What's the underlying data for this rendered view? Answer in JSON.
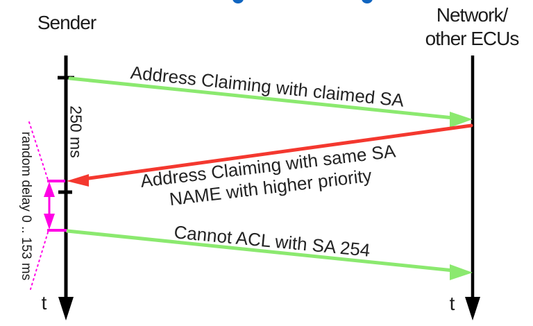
{
  "colors": {
    "timeline_black": "#000000",
    "message_green": "#8BE96F",
    "message_red": "#F4382F",
    "annotation_magenta": "#FF00E5",
    "title_blue": "#1065C0"
  },
  "lifelines": {
    "sender": {
      "label": "Sender",
      "axis_label": "t"
    },
    "network": {
      "label_line1": "Network/",
      "label_line2": "other ECUs",
      "axis_label": "t"
    }
  },
  "messages": [
    {
      "label": "Address Claiming with claimed SA",
      "direction": "sender-to-network",
      "color": "#8BE96F"
    },
    {
      "label_line1": "Address Claiming with same SA",
      "label_line2": "NAME with higher priority",
      "direction": "network-to-sender",
      "color": "#F4382F"
    },
    {
      "label": "Cannot ACL with SA 254",
      "direction": "sender-to-network",
      "color": "#8BE96F"
    }
  ],
  "annotations": {
    "timer": "250 ms",
    "random_delay": "random delay 0 .. 153 ms"
  }
}
